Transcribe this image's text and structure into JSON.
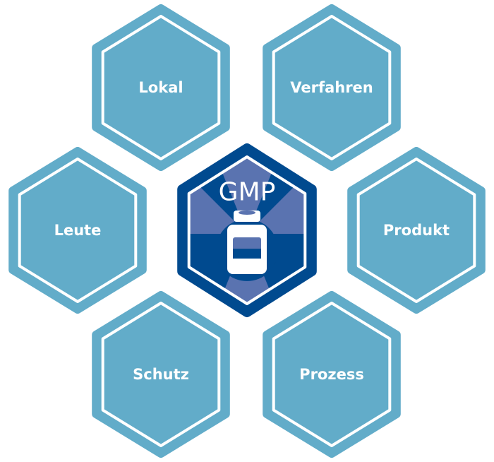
{
  "title": "GMP",
  "items": [
    "Lokal",
    "Verfahren",
    "Leute",
    "Produkt",
    "Schutz",
    "Prozess"
  ],
  "colors": {
    "light": "#62acc9",
    "dark": "#004a8f",
    "ray": "#5a73b0",
    "white": "#ffffff"
  }
}
